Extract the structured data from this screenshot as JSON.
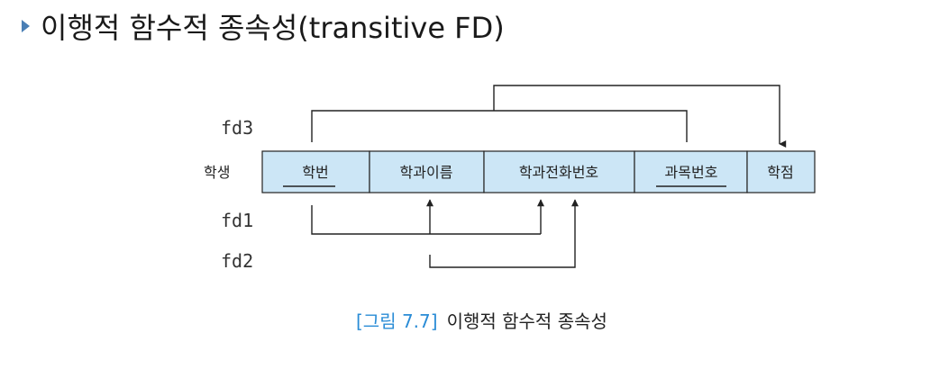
{
  "heading": {
    "title": "이행적 함수적 종속성(transitive FD)"
  },
  "diagram": {
    "relation_name": "학생",
    "attributes": [
      {
        "label": "학번",
        "key": true
      },
      {
        "label": "학과이름",
        "key": false
      },
      {
        "label": "학과전화번호",
        "key": false
      },
      {
        "label": "과목번호",
        "key": true
      },
      {
        "label": "학점",
        "key": false
      }
    ],
    "fd_labels": {
      "fd3": "fd3",
      "fd1": "fd1",
      "fd2": "fd2"
    },
    "colors": {
      "cell_fill": "#cce6f6",
      "line": "#222222",
      "caption_accent": "#2a8cd6",
      "bullet": "#4a7fb5"
    }
  },
  "caption": {
    "figure_number": "[그림 7.7]",
    "text": "이행적 함수적 종속성"
  }
}
